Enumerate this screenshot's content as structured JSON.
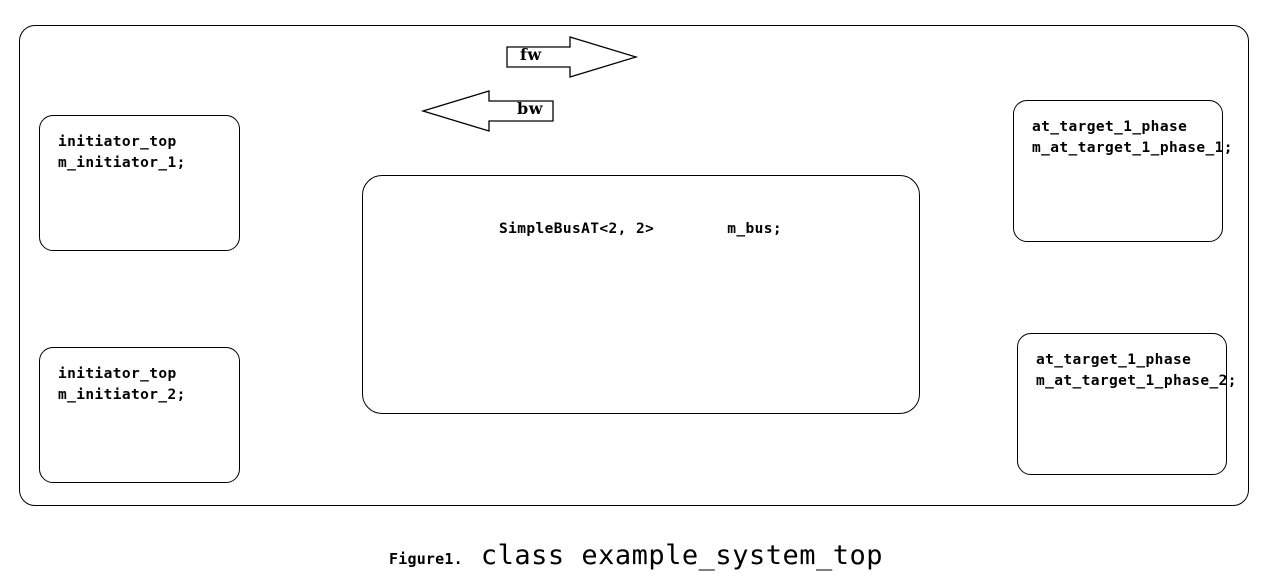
{
  "diagram": {
    "system_container": {
      "name": "example_system_top"
    },
    "modules": [
      {
        "id": "initiator-1",
        "type_line": "initiator_top",
        "instance_line": "m_initiator_1;"
      },
      {
        "id": "initiator-2",
        "type_line": "initiator_top",
        "instance_line": "m_initiator_2;"
      },
      {
        "id": "target-1",
        "type_line": "at_target_1_phase",
        "instance_line": "m_at_target_1_phase_1;"
      },
      {
        "id": "target-2",
        "type_line": "at_target_1_phase",
        "instance_line": "m_at_target_1_phase_2;"
      }
    ],
    "bus": {
      "label": "SimpleBusAT<2, 2>        m_bus;",
      "type": "SimpleBusAT<2, 2>",
      "instance": "m_bus;"
    },
    "arrows": [
      {
        "id": "fw",
        "label": "fw",
        "direction": "right"
      },
      {
        "id": "bw",
        "label": "bw",
        "direction": "left"
      }
    ],
    "colors": {
      "stroke": "#000000",
      "fill": "#ffffff",
      "background": "#ffffff"
    }
  },
  "caption": {
    "number": "Figure1.",
    "title": "class example_system_top"
  }
}
